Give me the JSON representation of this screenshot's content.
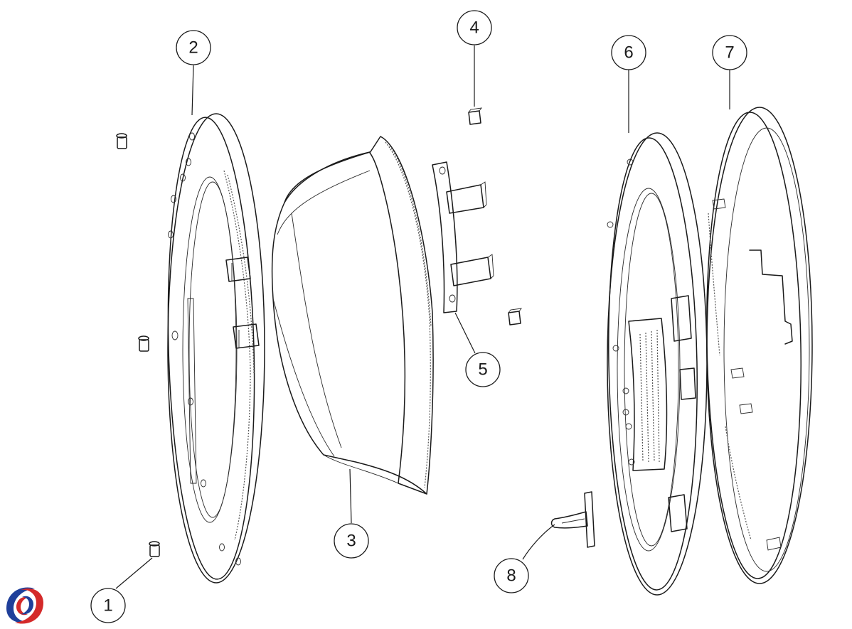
{
  "callouts": [
    {
      "id": "1",
      "label": "1",
      "part": "hinge-bushing"
    },
    {
      "id": "2",
      "label": "2",
      "part": "outer-frame"
    },
    {
      "id": "3",
      "label": "3",
      "part": "glass-bowl"
    },
    {
      "id": "4",
      "label": "4",
      "part": "hinge-insert"
    },
    {
      "id": "5",
      "label": "5",
      "part": "hinge"
    },
    {
      "id": "6",
      "label": "6",
      "part": "inner-frame"
    },
    {
      "id": "7",
      "label": "7",
      "part": "trim-ring"
    },
    {
      "id": "8",
      "label": "8",
      "part": "door-catch"
    }
  ],
  "logo": {
    "name": "brand-logo",
    "colors": [
      "#1f3f9a",
      "#d42a2a"
    ]
  }
}
